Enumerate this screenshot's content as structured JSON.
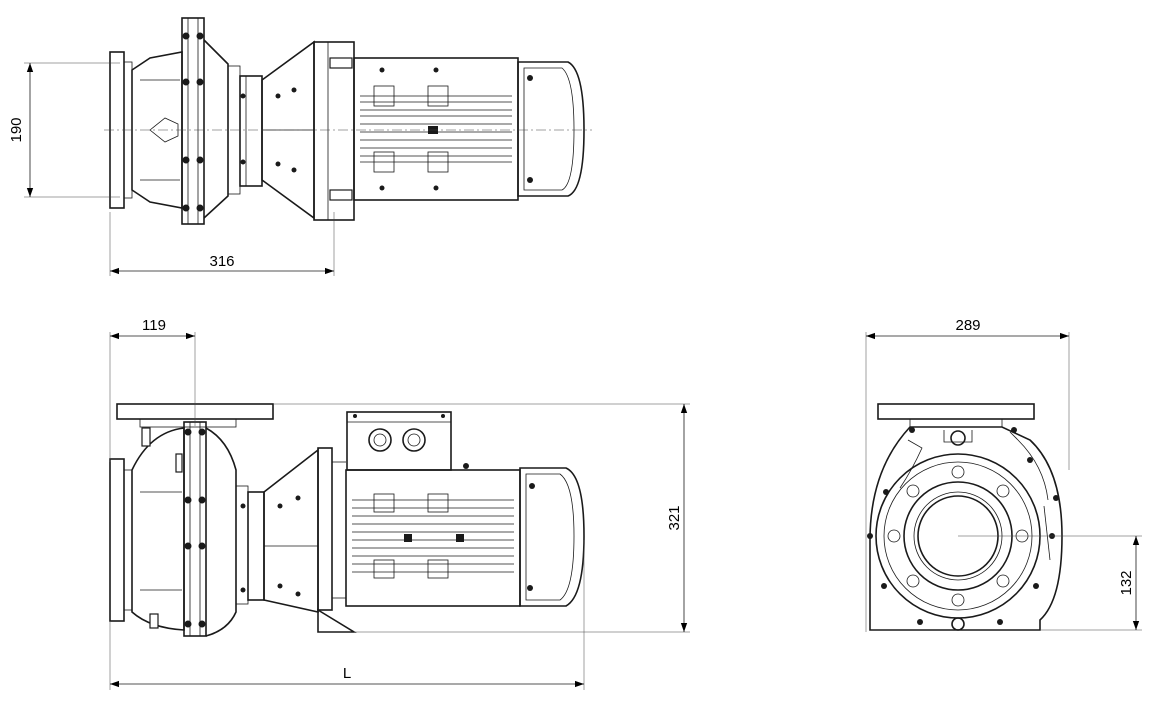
{
  "drawing": {
    "dimensions": {
      "top_height": "190",
      "top_length": "316",
      "side_flange_offset": "119",
      "side_height": "321",
      "side_total_length": "L",
      "end_width": "289",
      "end_axis_height": "132"
    }
  }
}
